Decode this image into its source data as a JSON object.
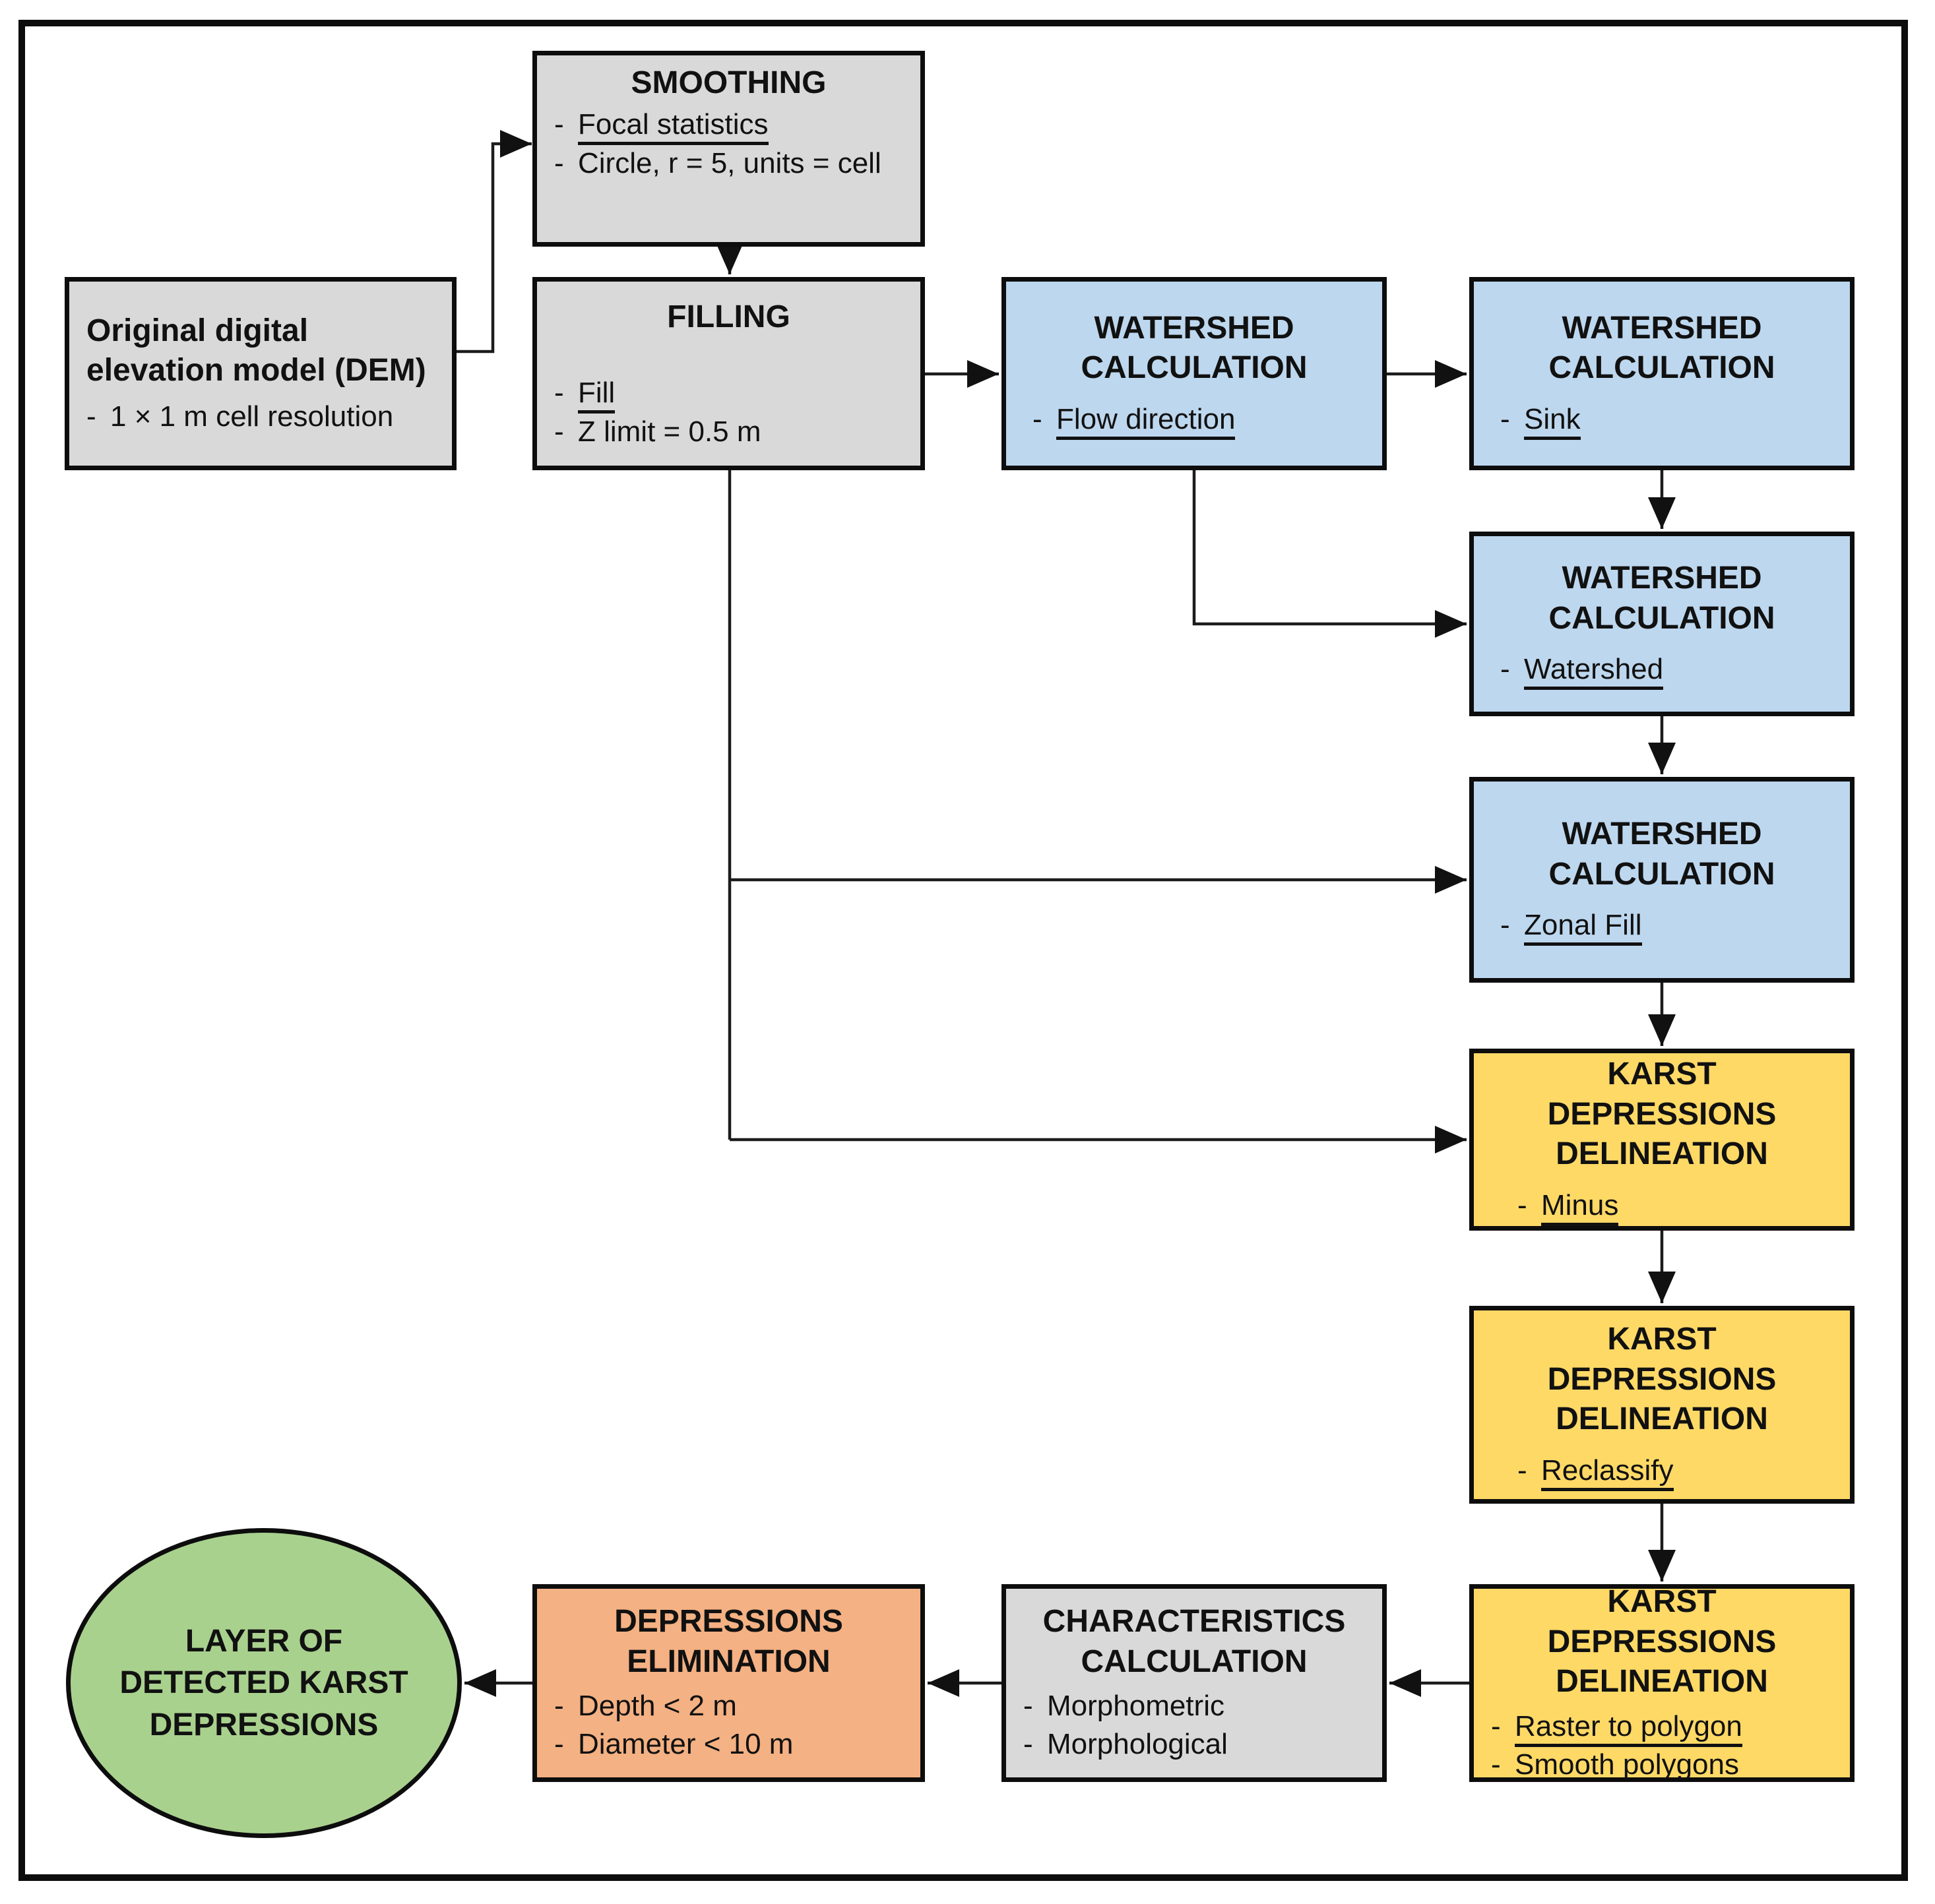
{
  "bullet": "-",
  "colors": {
    "process_gray": "#d9d9d9",
    "watershed_blue": "#bdd7ee",
    "karst_yellow": "#ffd966",
    "elimination_orange": "#f4b183",
    "output_green": "#a9d18e",
    "border_black": "#0d0d0d",
    "arrow_black": "#1c1c1c"
  },
  "nodes": {
    "dem": {
      "title": [
        "Original digital",
        "elevation model (DEM)"
      ],
      "items": [
        {
          "text": "1 × 1 m cell resolution",
          "underline": false
        }
      ]
    },
    "smoothing": {
      "title": [
        "SMOOTHING"
      ],
      "items": [
        {
          "text": "Focal statistics",
          "underline": true
        },
        {
          "text": "Circle, r = 5, units = cell",
          "underline": false
        }
      ]
    },
    "filling": {
      "title": [
        "FILLING"
      ],
      "items": [
        {
          "text": "Fill",
          "underline": true
        },
        {
          "text": "Z limit = 0.5 m",
          "underline": false
        }
      ]
    },
    "flow_direction": {
      "title": [
        "WATERSHED",
        "CALCULATION"
      ],
      "items": [
        {
          "text": "Flow direction",
          "underline": true
        }
      ]
    },
    "sink": {
      "title": [
        "WATERSHED",
        "CALCULATION"
      ],
      "items": [
        {
          "text": "Sink",
          "underline": true
        }
      ]
    },
    "watershed": {
      "title": [
        "WATERSHED",
        "CALCULATION"
      ],
      "items": [
        {
          "text": "Watershed",
          "underline": true
        }
      ]
    },
    "zonal_fill": {
      "title": [
        "WATERSHED",
        "CALCULATION"
      ],
      "items": [
        {
          "text": "Zonal Fill",
          "underline": true
        }
      ]
    },
    "minus": {
      "title": [
        "KARST DEPRESSIONS",
        "DELINEATION"
      ],
      "items": [
        {
          "text": "Minus",
          "underline": true
        }
      ]
    },
    "reclassify": {
      "title": [
        "KARST DEPRESSIONS",
        "DELINEATION"
      ],
      "items": [
        {
          "text": "Reclassify",
          "underline": true
        }
      ]
    },
    "raster_to_polygon": {
      "title": [
        "KARST DEPRESSIONS",
        "DELINEATION"
      ],
      "items": [
        {
          "text": "Raster to polygon",
          "underline": true
        },
        {
          "text": "Smooth polygons",
          "underline": false
        }
      ]
    },
    "characteristics": {
      "title": [
        "CHARACTERISTICS",
        "CALCULATION"
      ],
      "items": [
        {
          "text": "Morphometric",
          "underline": false
        },
        {
          "text": "Morphological",
          "underline": false
        }
      ]
    },
    "elimination": {
      "title": [
        "DEPRESSIONS",
        "ELIMINATION"
      ],
      "items": [
        {
          "text": "Depth < 2 m",
          "underline": false
        },
        {
          "text": "Diameter < 10 m",
          "underline": false
        }
      ]
    },
    "output": {
      "title": [
        "LAYER OF",
        "DETECTED KARST",
        "DEPRESSIONS"
      ]
    }
  }
}
